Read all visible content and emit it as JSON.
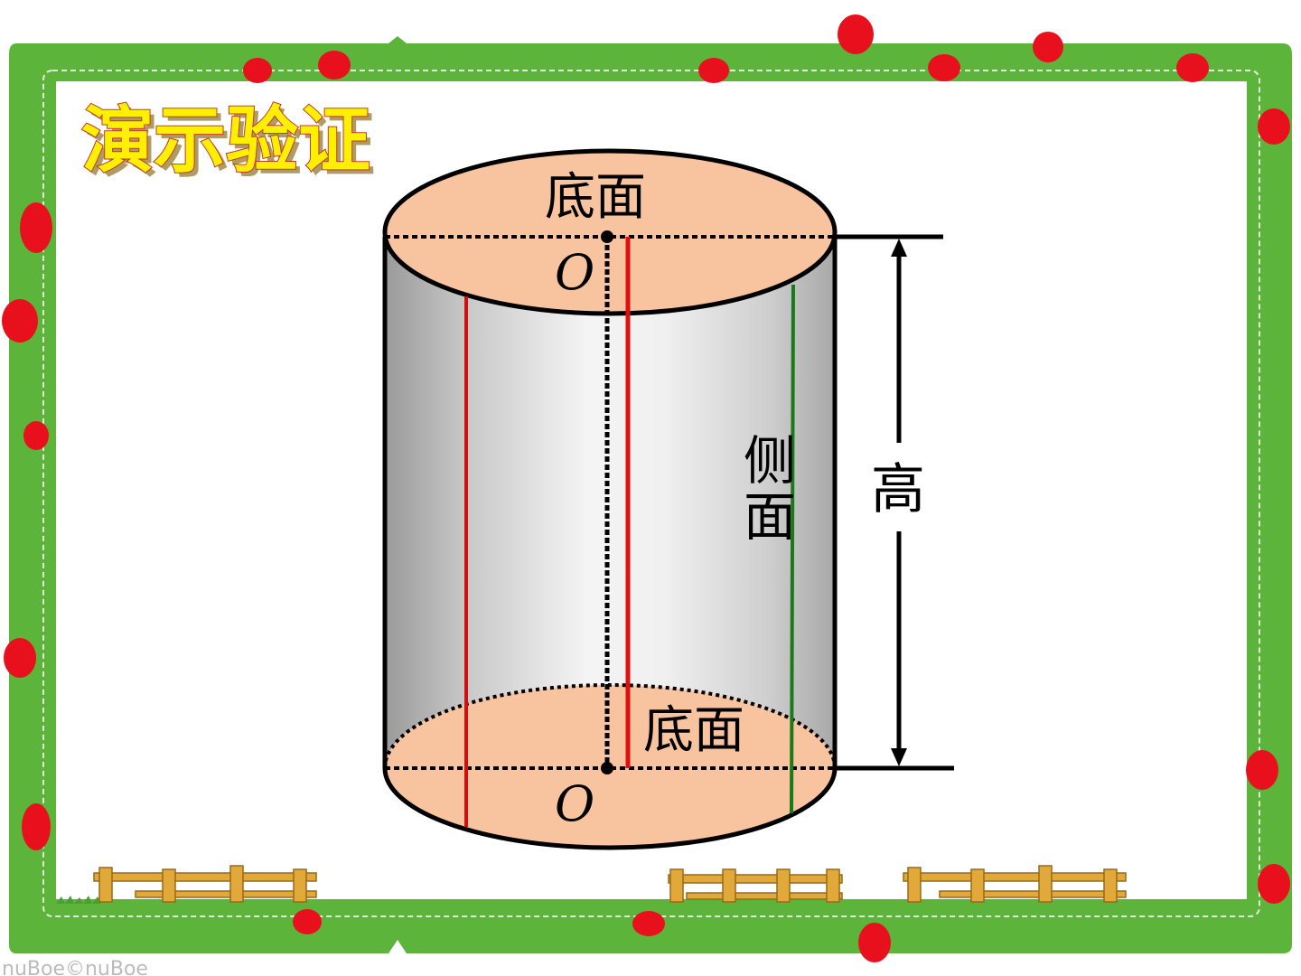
{
  "title": "演示验证",
  "watermark": "nuBoe©nuBoe",
  "labels": {
    "top_base": "底面",
    "bottom_base": "底面",
    "center_top": "O",
    "center_bottom": "O",
    "lateral_1": "侧",
    "lateral_2": "面",
    "height": "高"
  },
  "colors": {
    "frame_green": "#5cb43a",
    "frame_dark": "#3f8f2a",
    "dots_red": "#e8101c",
    "base_fill": "#f8c4a0",
    "title_fill": "#ffef00",
    "title_outline": "#c0392b",
    "element_line_red": "#d01010",
    "element_line_green": "#1a7a1a",
    "fence": "#e0a93a"
  },
  "icons": [
    "red-dot-decoration",
    "fence-decoration",
    "grass-decoration"
  ]
}
